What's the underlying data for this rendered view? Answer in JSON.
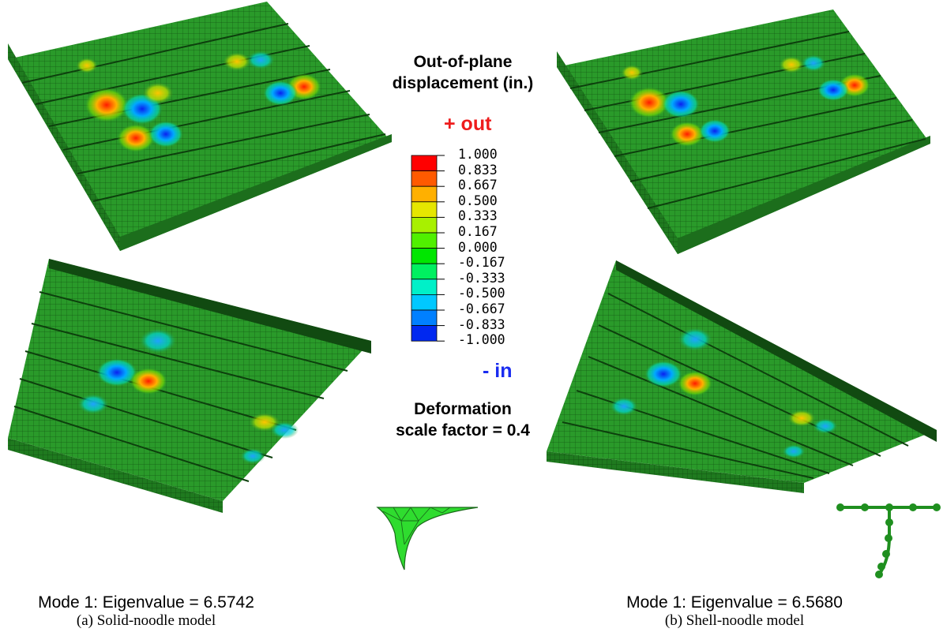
{
  "legend": {
    "title_line1": "Out-of-plane",
    "title_line2": "displacement (in.)",
    "out_label": "+ out",
    "in_label": "- in",
    "values": [
      "1.000",
      "0.833",
      "0.667",
      "0.500",
      "0.333",
      "0.167",
      "0.000",
      "-0.167",
      "-0.333",
      "-0.500",
      "-0.667",
      "-0.833",
      "-1.000"
    ],
    "colors": [
      "#ff0000",
      "#ff5a00",
      "#ffb000",
      "#e6e600",
      "#a8f000",
      "#50f000",
      "#00e600",
      "#00f060",
      "#00f0c8",
      "#00c8ff",
      "#0080ff",
      "#0028f0"
    ]
  },
  "deformation": {
    "line1": "Deformation",
    "line2": "scale factor = 0.4"
  },
  "panels": [
    {
      "eigen_label": "Mode 1: Eigenvalue = 6.5742",
      "caption": "(a) Solid-noodle model"
    },
    {
      "eigen_label": "Mode 1: Eigenvalue = 6.5680",
      "caption": "(b) Shell-noodle model"
    }
  ]
}
